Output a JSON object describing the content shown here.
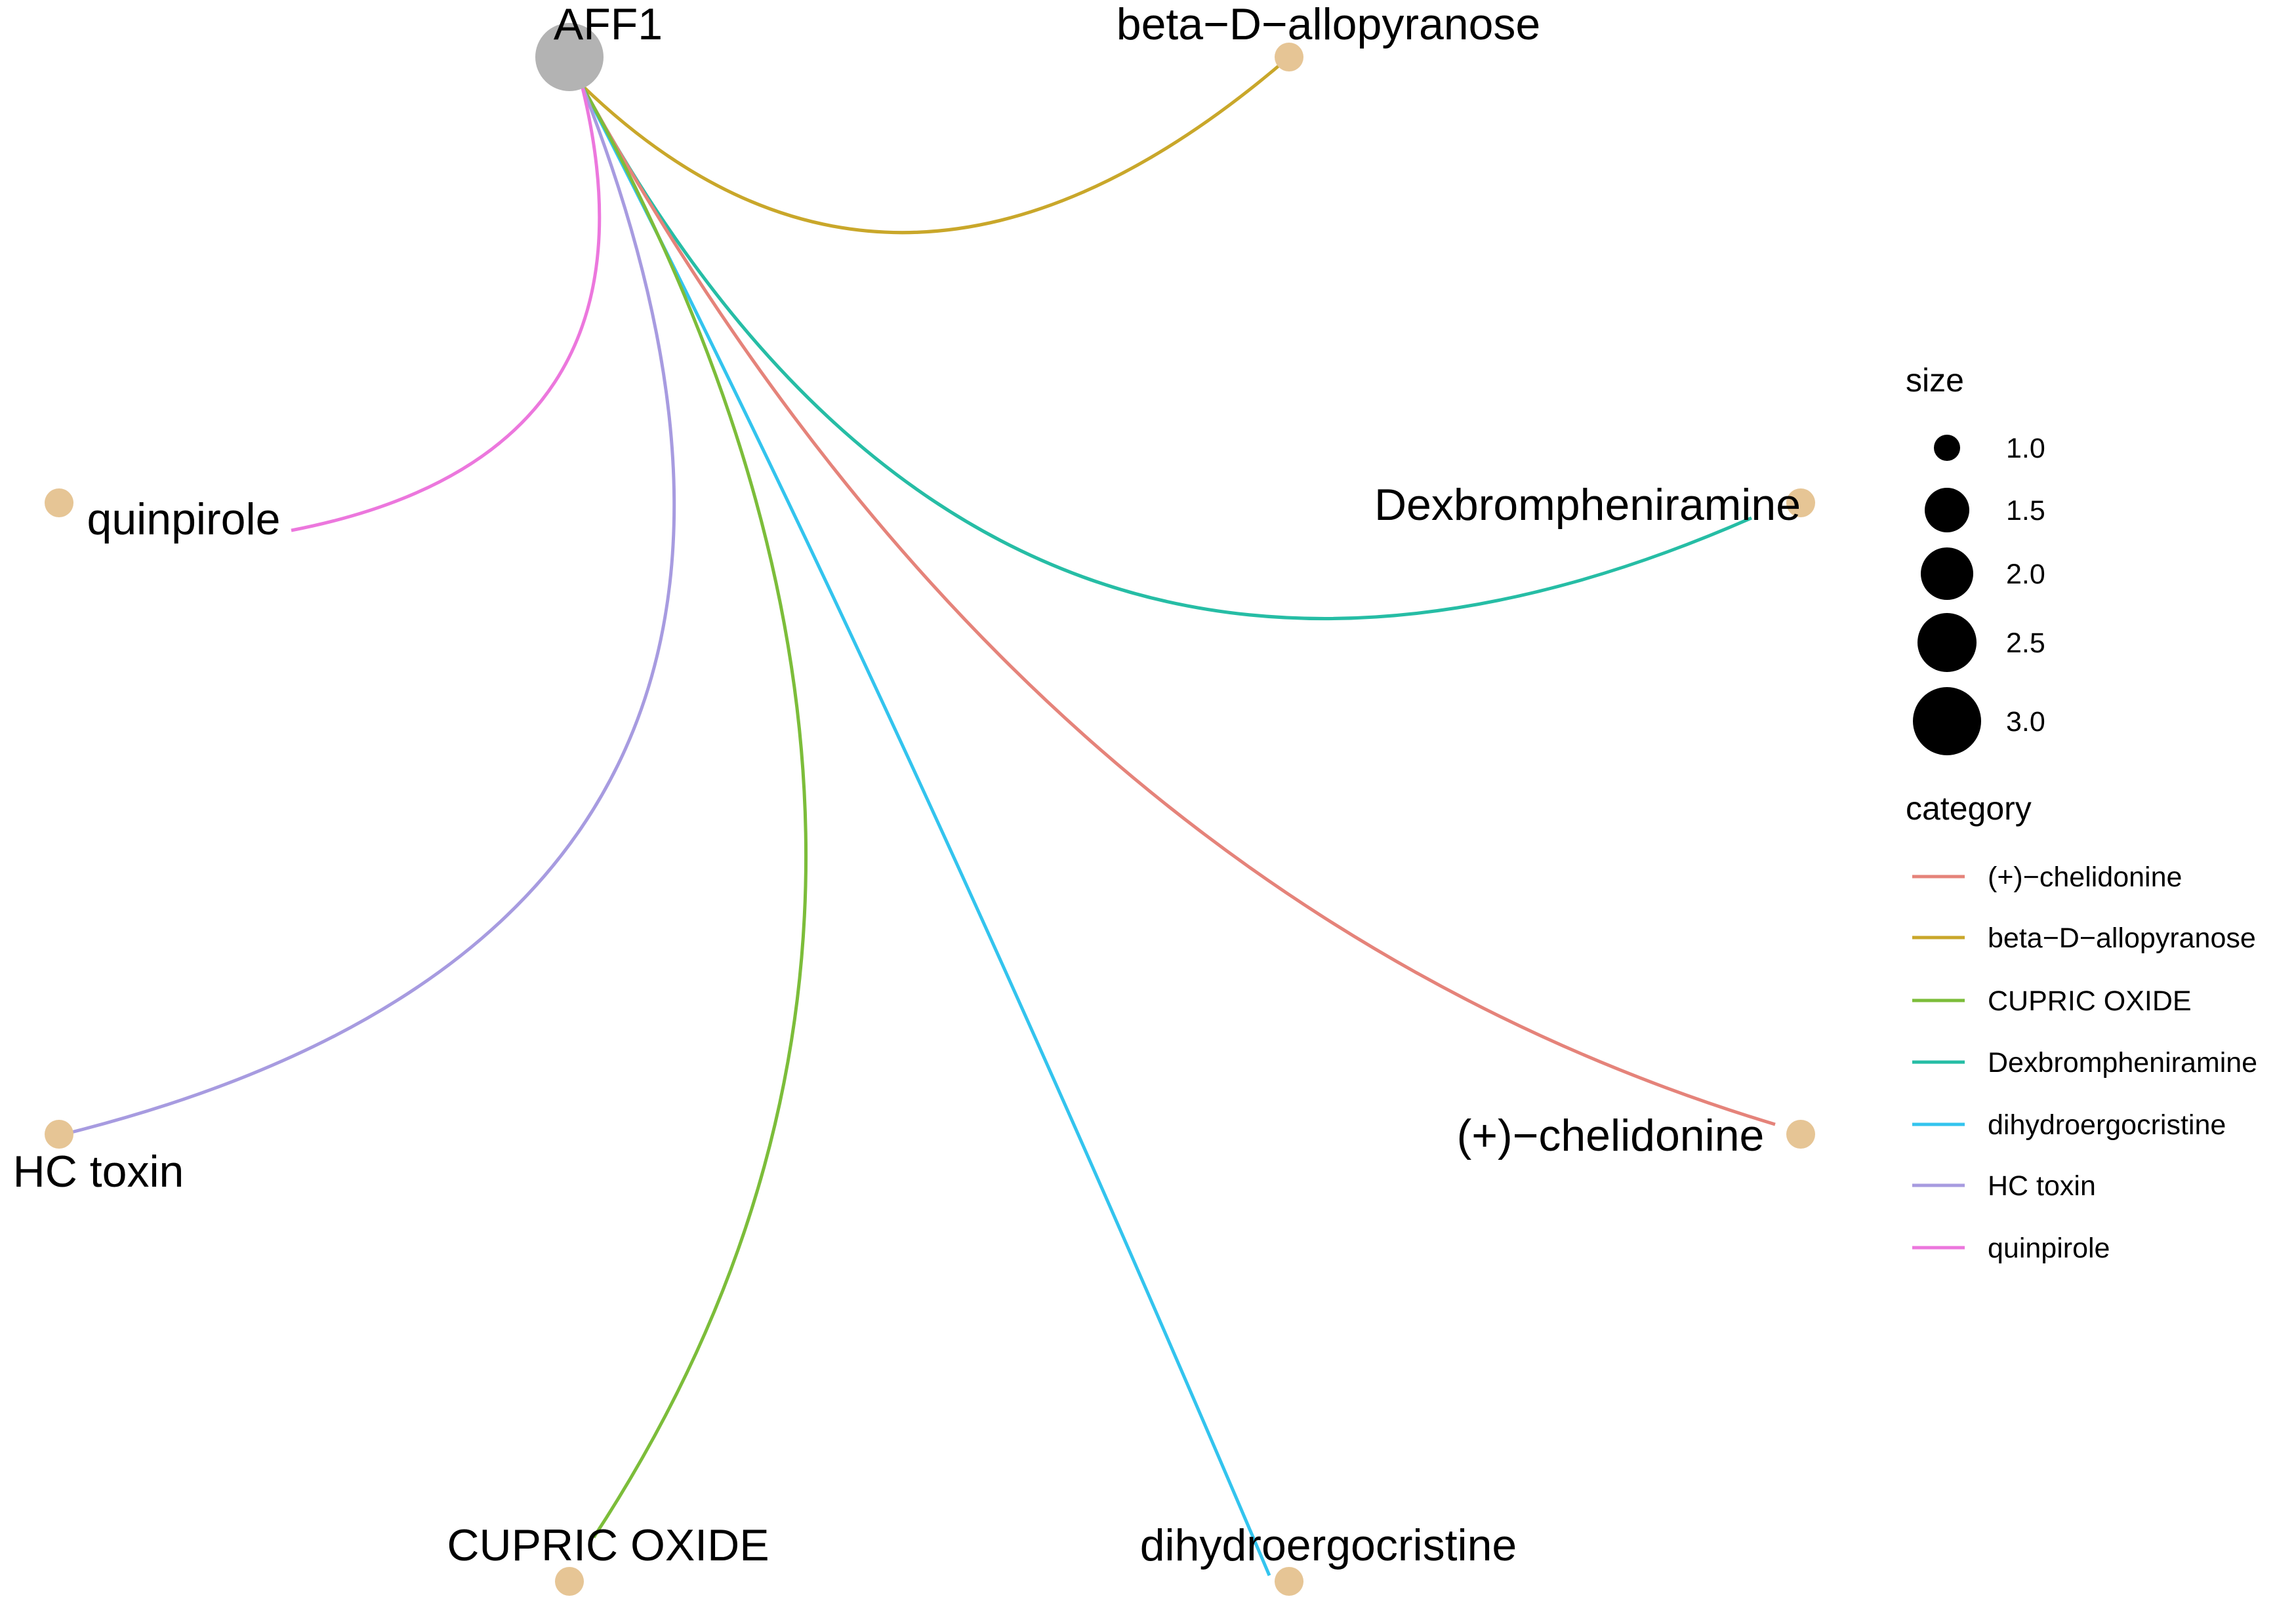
{
  "hub": {
    "label": "AFF1",
    "size_value": 3.0,
    "color": "#b3b3b3"
  },
  "edges": [
    {
      "target": "beta−D−allopyranose",
      "category": "beta−D−allopyranose",
      "color": "#c9a72a"
    },
    {
      "target": "Dexbrompheniramine",
      "category": "Dexbrompheniramine",
      "color": "#26bda5"
    },
    {
      "target": "(+)−chelidonine",
      "category": "(+)−chelidonine",
      "color": "#e5837a"
    },
    {
      "target": "dihydroergocristine",
      "category": "dihydroergocristine",
      "color": "#33c4ee"
    },
    {
      "target": "CUPRIC OXIDE",
      "category": "CUPRIC OXIDE",
      "color": "#7cbd3a"
    },
    {
      "target": "HC toxin",
      "category": "HC toxin",
      "color": "#a79be0"
    },
    {
      "target": "quinpirole",
      "category": "quinpirole",
      "color": "#ec77dd"
    }
  ],
  "leaf_nodes": {
    "color": "#e6c595",
    "size_value": 1.0
  },
  "legend": {
    "size_title": "size",
    "size_items": [
      "1.0",
      "1.5",
      "2.0",
      "2.5",
      "3.0"
    ],
    "category_title": "category",
    "category_items": [
      {
        "label": "(+)−chelidonine",
        "color": "#e5837a"
      },
      {
        "label": "beta−D−allopyranose",
        "color": "#c9a72a"
      },
      {
        "label": "CUPRIC OXIDE",
        "color": "#7cbd3a"
      },
      {
        "label": "Dexbrompheniramine",
        "color": "#26bda5"
      },
      {
        "label": "dihydroergocristine",
        "color": "#33c4ee"
      },
      {
        "label": "HC toxin",
        "color": "#a79be0"
      },
      {
        "label": "quinpirole",
        "color": "#ec77dd"
      }
    ]
  }
}
